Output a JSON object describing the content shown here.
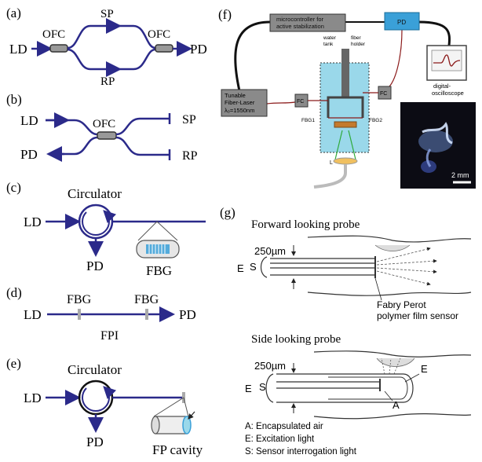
{
  "panels": {
    "a": {
      "tag": "(a)",
      "ld": "LD",
      "pd": "PD",
      "ofc1": "OFC",
      "ofc2": "OFC",
      "sp": "SP",
      "rp": "RP"
    },
    "b": {
      "tag": "(b)",
      "ld": "LD",
      "pd": "PD",
      "ofc": "OFC",
      "sp": "SP",
      "rp": "RP"
    },
    "c": {
      "tag": "(c)",
      "circulator": "Circulator",
      "ld": "LD",
      "pd": "PD",
      "fbg": "FBG"
    },
    "d": {
      "tag": "(d)",
      "ld": "LD",
      "pd": "PD",
      "fbg1": "FBG",
      "fbg2": "FBG",
      "fpi": "FPI"
    },
    "e": {
      "tag": "(e)",
      "circulator": "Circulator",
      "ld": "LD",
      "pd": "PD",
      "cavity": "FP cavity"
    },
    "f": {
      "tag": "(f)",
      "micro1": "microcontroller for",
      "micro2": "active stabilization",
      "pd": "PD",
      "laser1": "Tunable",
      "laser2": "Fiber-Laser",
      "laser3": "λ₀=1550nm",
      "fc_left": "FC",
      "fc_right": "FC",
      "water1": "water",
      "water2": "tank",
      "holder1": "fiber",
      "holder2": "holder",
      "fbg1": "FBG1",
      "fbg2": "FBG2",
      "lens": "L",
      "osc1": "digital-",
      "osc2": "oscilloscope",
      "scale": "2 mm"
    },
    "g": {
      "tag": "(g)",
      "forward_title": "Forward looking probe",
      "forward_dim": "250µm",
      "forward_e": "E",
      "forward_s": "S",
      "sensor1": "Fabry Perot",
      "sensor2": "polymer film sensor",
      "side_title": "Side looking probe",
      "side_dim": "250µm",
      "side_e": "E",
      "side_s": "S",
      "side_e2": "E",
      "side_a": "A",
      "legend_a": "A: Encapsulated air",
      "legend_e": "E: Excitation light",
      "legend_s": "S: Sensor interrogation light"
    }
  },
  "colors": {
    "fiber": "#2b2a8a",
    "accent": "#3aa0d8",
    "tank": "#9ad8ea",
    "red": "#8b1a1a"
  }
}
